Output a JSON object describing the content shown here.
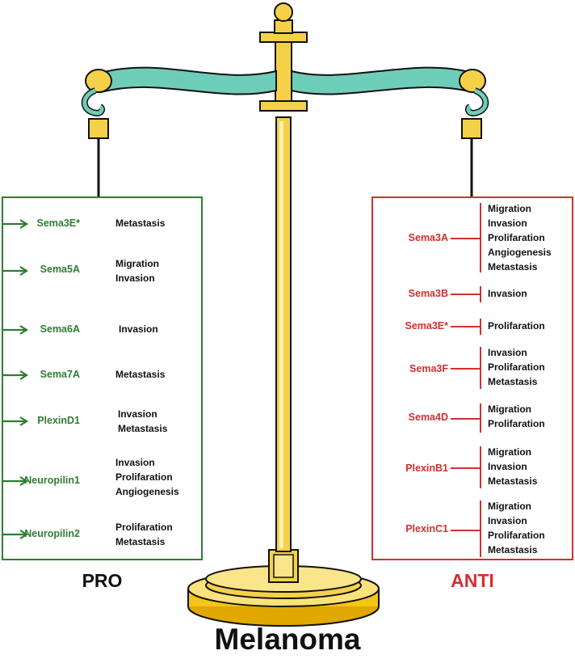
{
  "title": "Melanoma",
  "pro": {
    "label": "PRO",
    "items": [
      {
        "gene": "Sema3E*",
        "effects": [
          "Metastasis"
        ]
      },
      {
        "gene": "Sema5A",
        "effects": [
          "Migration",
          "Invasion"
        ]
      },
      {
        "gene": "Sema6A",
        "effects": [
          "Invasion"
        ]
      },
      {
        "gene": "Sema7A",
        "effects": [
          "Metastasis"
        ]
      },
      {
        "gene": "PlexinD1",
        "effects": [
          "Invasion",
          "Metastasis"
        ]
      },
      {
        "gene": "Neuropilin1",
        "effects": [
          "Invasion",
          "Prolifaration",
          "Angiogenesis"
        ]
      },
      {
        "gene": "Neuropilin2",
        "effects": [
          "Prolifaration",
          "Metastasis"
        ]
      }
    ]
  },
  "anti": {
    "label": "ANTI",
    "items": [
      {
        "gene": "Sema3A",
        "effects": [
          "Migration",
          "Invasion",
          "Prolifaration",
          "Angiogenesis",
          "Metastasis"
        ]
      },
      {
        "gene": "Sema3B",
        "effects": [
          "Invasion"
        ]
      },
      {
        "gene": "Sema3E*",
        "effects": [
          "Prolifaration"
        ]
      },
      {
        "gene": "Sema3F",
        "effects": [
          "Invasion",
          "Prolifaration",
          "Metastasis"
        ]
      },
      {
        "gene": "Sema4D",
        "effects": [
          "Migration",
          "Prolifaration"
        ]
      },
      {
        "gene": "PlexinB1",
        "effects": [
          "Migration",
          "Invasion",
          "Metastasis"
        ]
      },
      {
        "gene": "PlexinC1",
        "effects": [
          "Migration",
          "Invasion",
          "Prolifaration",
          "Metastasis"
        ]
      }
    ]
  },
  "colors": {
    "pro": "#2e7d32",
    "anti": "#d32f2f",
    "beam": "#6ecdb9",
    "gold": "#f5d14a"
  },
  "icons": [
    "balance-scale-icon",
    "arrow-right-icon",
    "inhibition-bar-icon"
  ]
}
